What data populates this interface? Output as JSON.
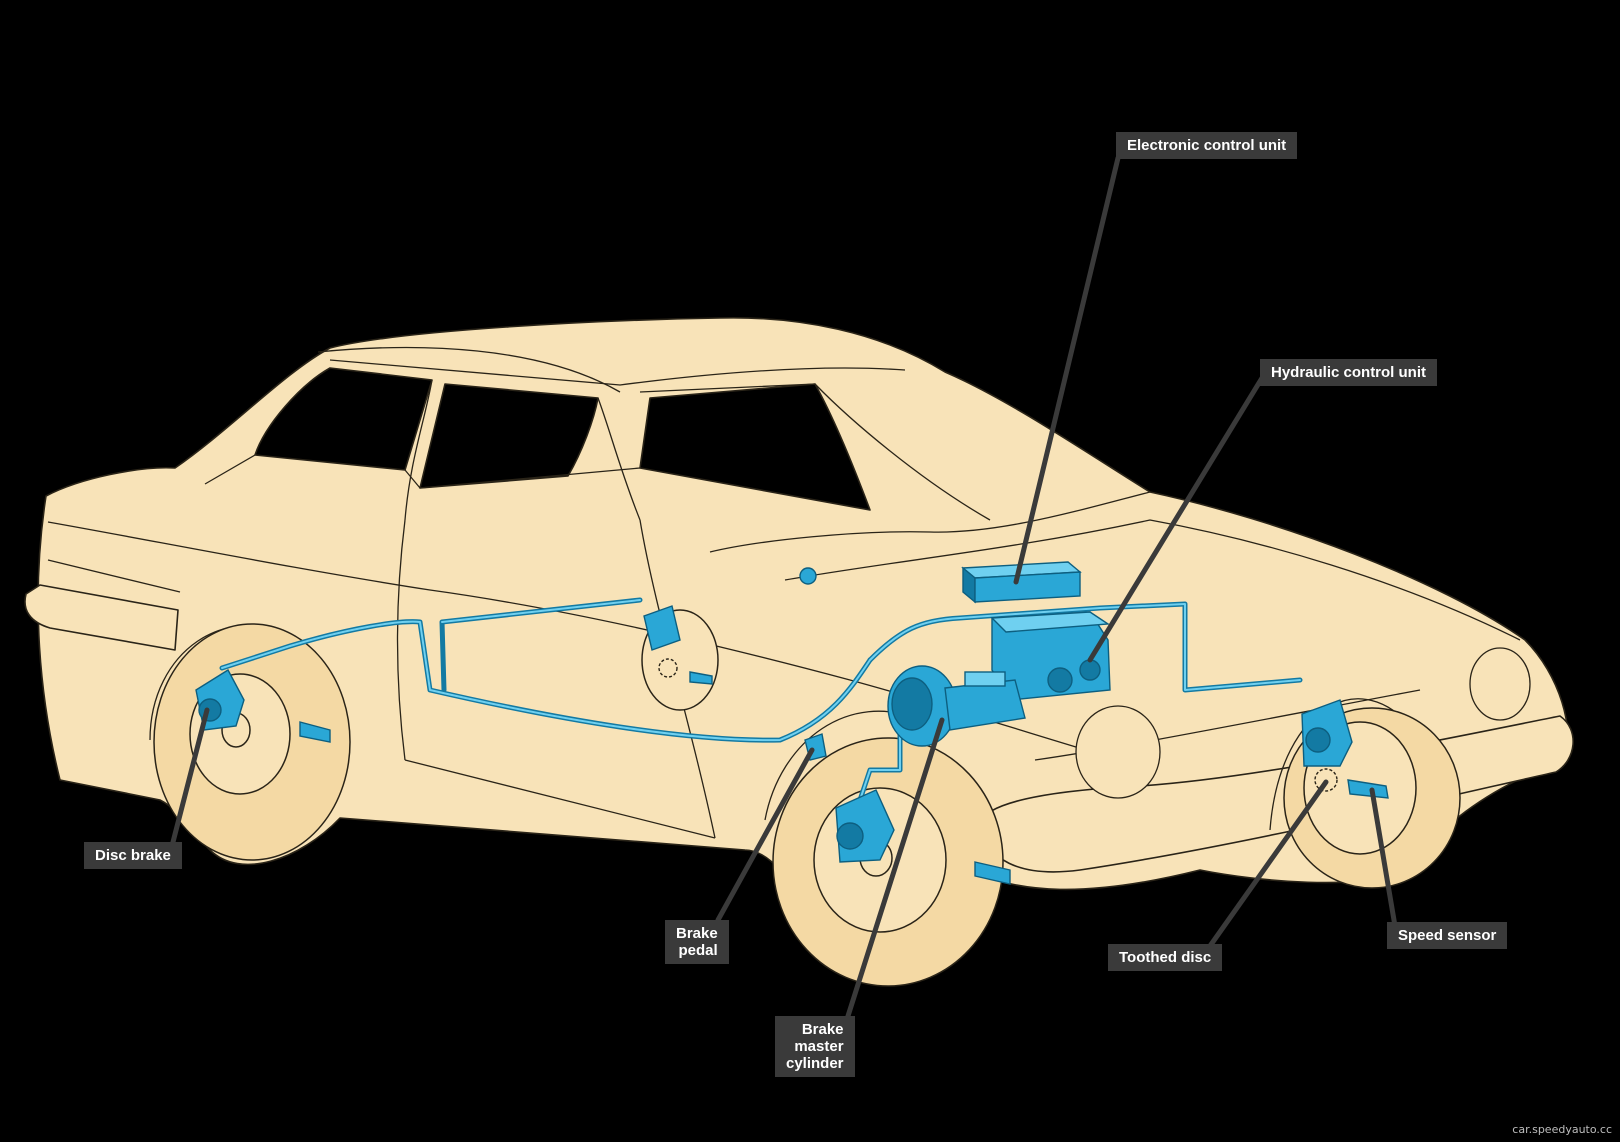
{
  "labels": {
    "ecu": "Electronic control unit",
    "hcu": "Hydraulic control unit",
    "disc_brake": "Disc brake",
    "brake_pedal_l1": "Brake",
    "brake_pedal_l2": "pedal",
    "master_l1": "Brake",
    "master_l2": "master",
    "master_l3": "cylinder",
    "toothed_disc": "Toothed disc",
    "speed_sensor": "Speed sensor"
  },
  "credit": "car.speedyauto.cc",
  "colors": {
    "background": "#000000",
    "body": "#f8e3b8",
    "outline": "#2a2418",
    "abs_parts": "#2aa7d6",
    "abs_dark": "#137aa3",
    "leader": "#3a3a3a"
  }
}
